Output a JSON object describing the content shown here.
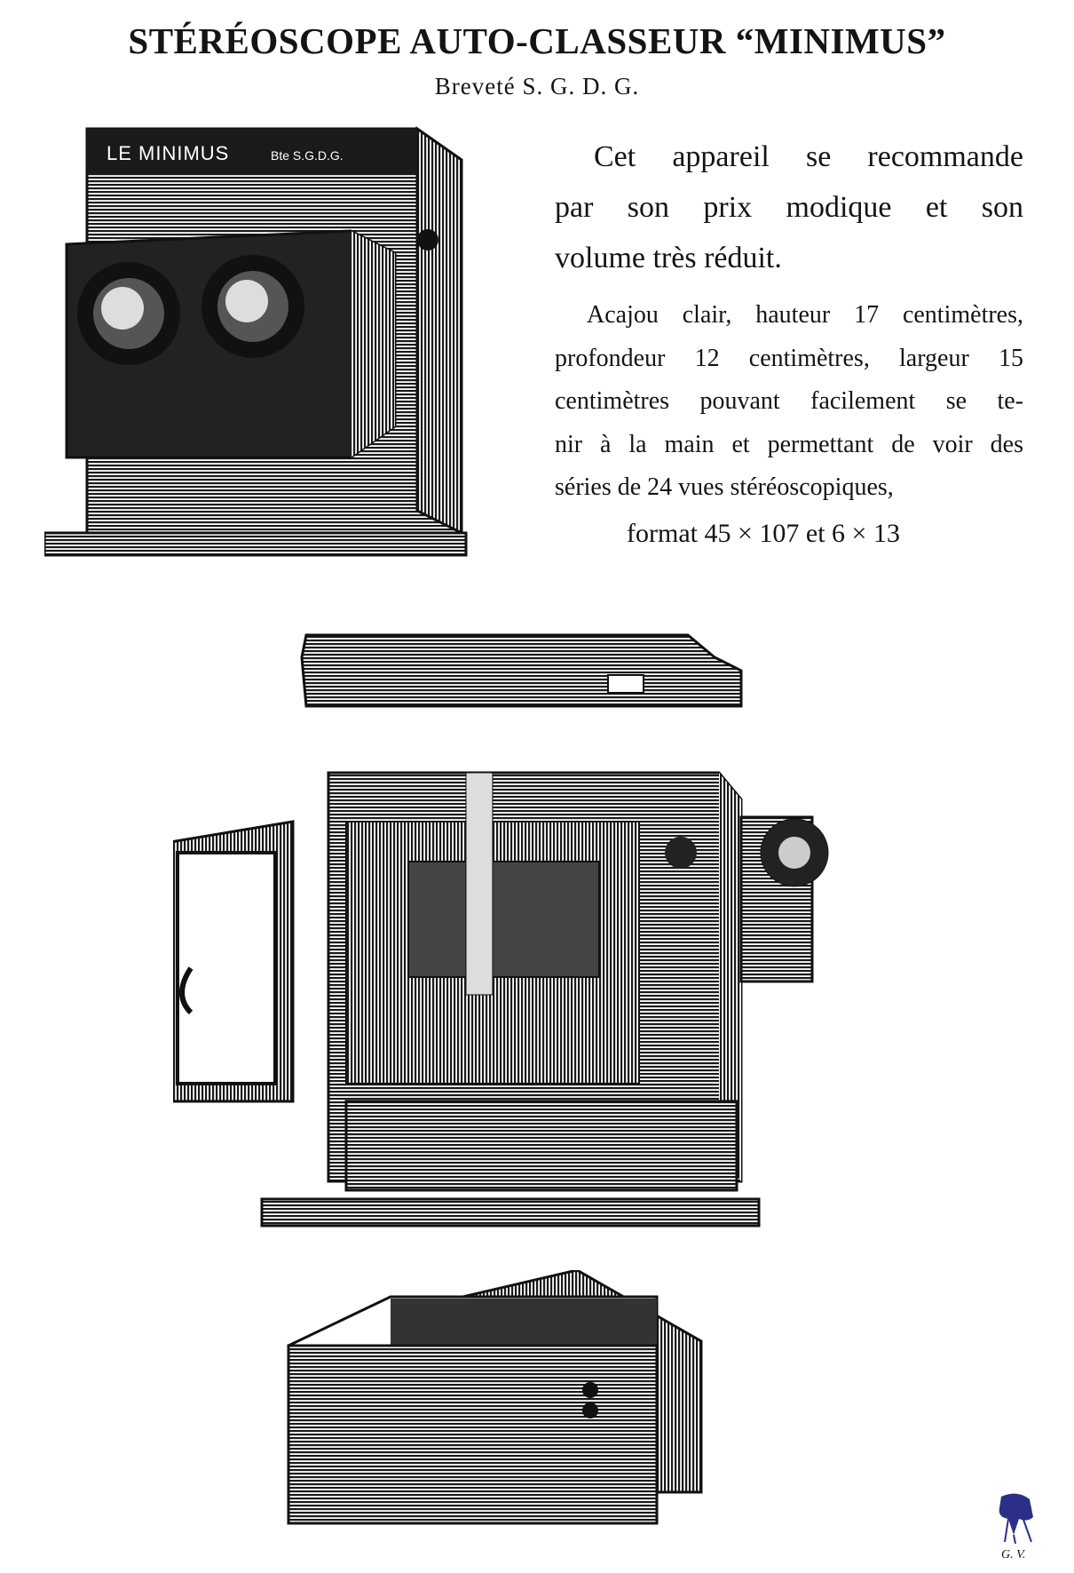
{
  "header": {
    "title": "STÉRÉOSCOPE AUTO-CLASSEUR “MINIMUS”",
    "subtitle": "Breveté S. G. D. G."
  },
  "description": {
    "intro_lines": [
      "Cet appareil se recommande",
      "par son prix modique et son",
      "volume très réduit."
    ],
    "details_lines": [
      "Acajou clair, hauteur 17 centimètres,",
      "profondeur 12 centimètres, largeur 15",
      "centimètres pouvant facilement se te-",
      "nir à la main et permettant de voir des",
      "séries de 24 vues stéréoscopiques,"
    ],
    "format_line": "format 45 × 107 et 6 × 13"
  },
  "illustrations": {
    "device_engraving": "LE MINIMUS",
    "device_patent_mark": "Bte S.G.D.G.",
    "monogram": "G. V."
  },
  "colors": {
    "ink": "#141414",
    "paper": "#ffffff",
    "monogram": "#2b2f86"
  }
}
